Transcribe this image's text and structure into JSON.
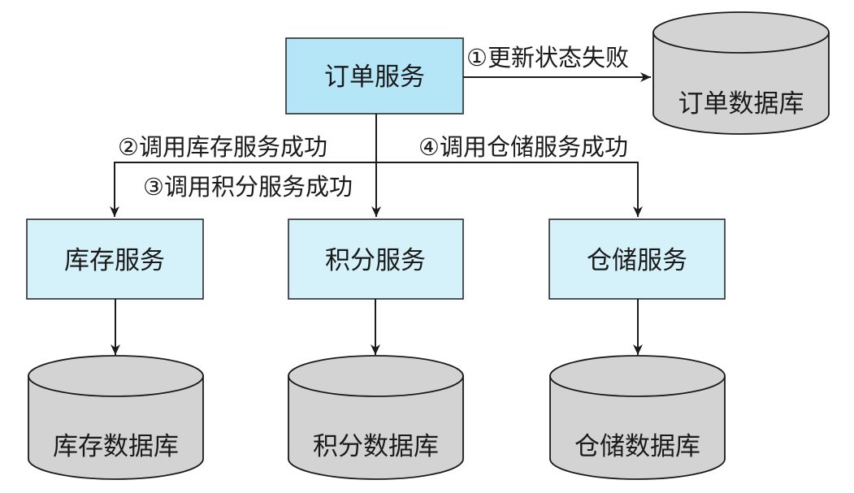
{
  "nodes": {
    "order_service": "订单服务",
    "inventory_service": "库存服务",
    "points_service": "积分服务",
    "warehouse_service": "仓储服务",
    "order_db": "订单数据库",
    "inventory_db": "库存数据库",
    "points_db": "积分数据库",
    "warehouse_db": "仓储数据库"
  },
  "edges": {
    "step1": "①更新状态失败",
    "step2": "②调用库存服务成功",
    "step3": "③调用积分服务成功",
    "step4": "④调用仓储服务成功"
  },
  "colors": {
    "order_service_fill": "#b5e6f7",
    "service_fill": "#d5f1f9",
    "database_fill": "#d3d3d3",
    "line": "#1a1a1a"
  }
}
